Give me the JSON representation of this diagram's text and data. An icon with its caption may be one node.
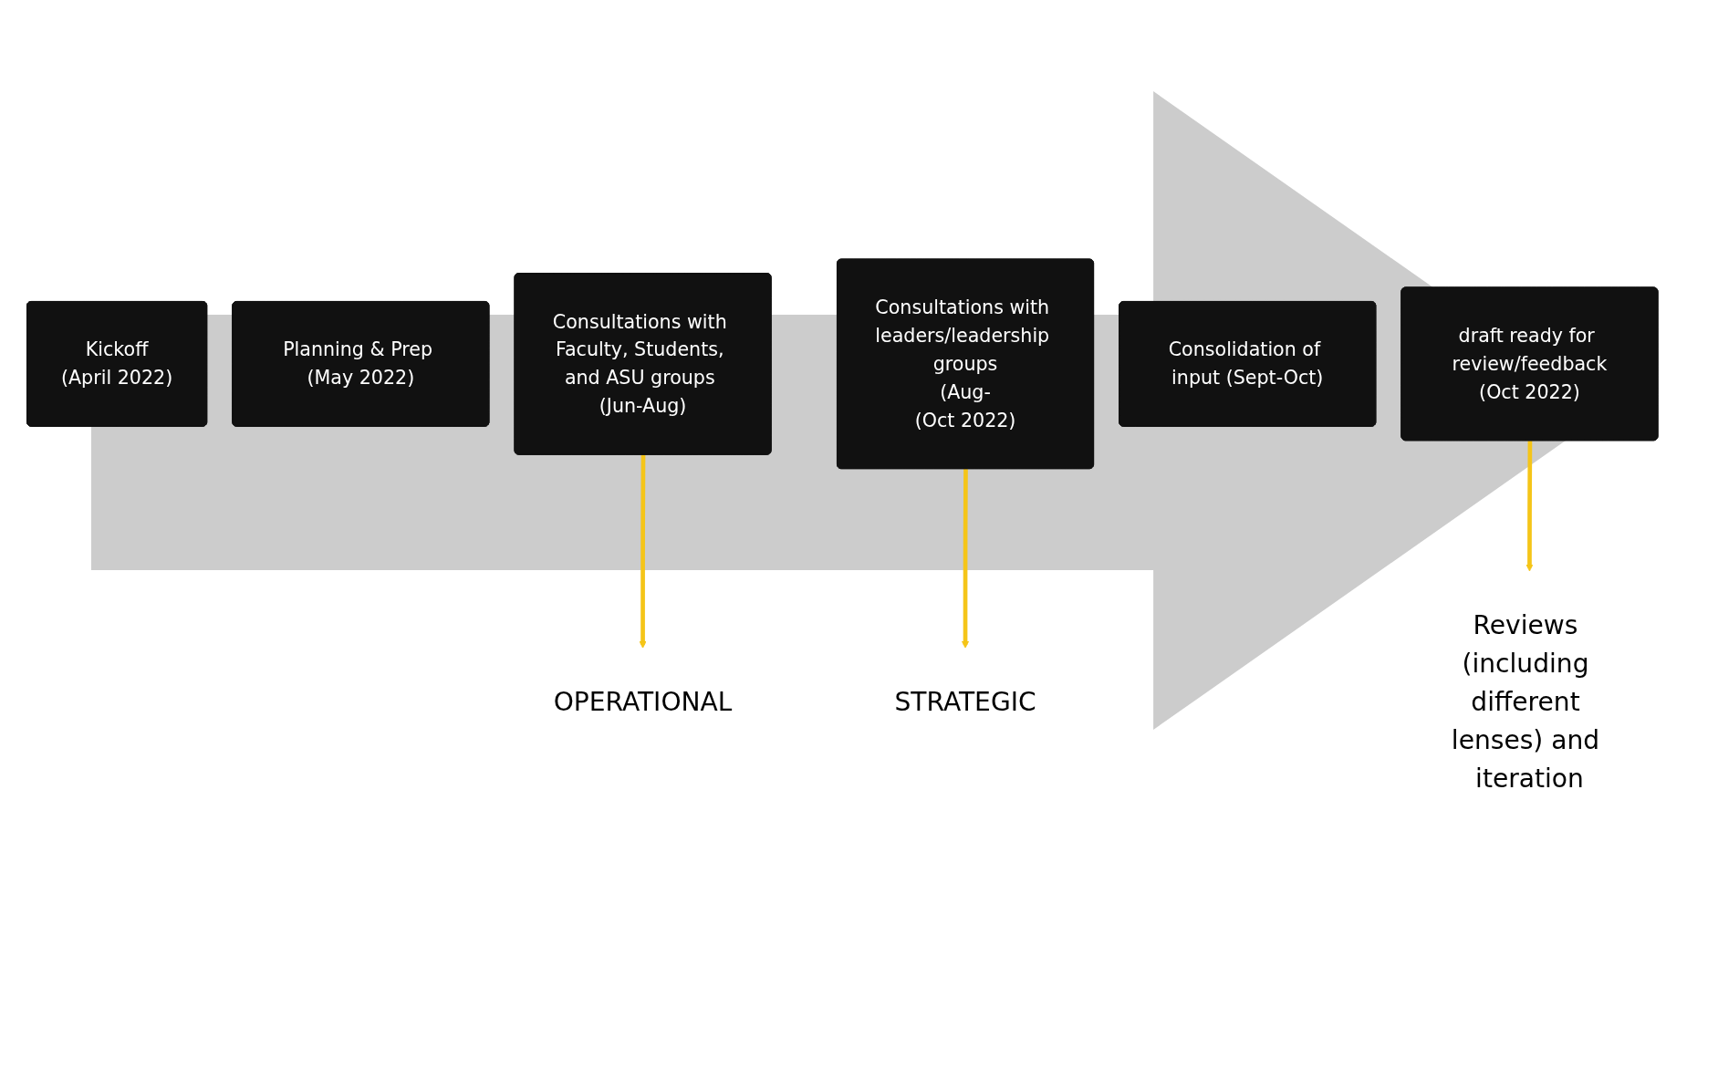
{
  "diagram": {
    "nodes": [
      {
        "text": [
          "Kickoff",
          "(April 2022)"
        ]
      },
      {
        "text": [
          "Planning & Prep (May 2022)"
        ]
      },
      {
        "text": [
          "Consultations with Faculty, Students, and ASU groups (Jun-Aug)"
        ]
      },
      {
        "text": [
          "Consultations with leaders/leadership groups",
          "(Aug-",
          "(Oct 2022)"
        ]
      },
      {
        "text": [
          "Consolidation of input (Sept-Oct)"
        ]
      },
      {
        "text": [
          "draft ready for review/feedback",
          "(Oct 2022)"
        ]
      },
      {
        "text": [
          "OPERATIONAL"
        ]
      },
      {
        "text": [
          "STRATEGIC"
        ]
      },
      {
        "text": [
          "Reviews (including different lenses) and iteration"
        ]
      }
    ],
    "edges": [
      {
        "from": 2,
        "to": 6,
        "arrow": "to"
      },
      {
        "from": 3,
        "to": 7,
        "arrow": "to"
      },
      {
        "from": 5,
        "to": 8,
        "arrow": "to"
      }
    ]
  }
}
